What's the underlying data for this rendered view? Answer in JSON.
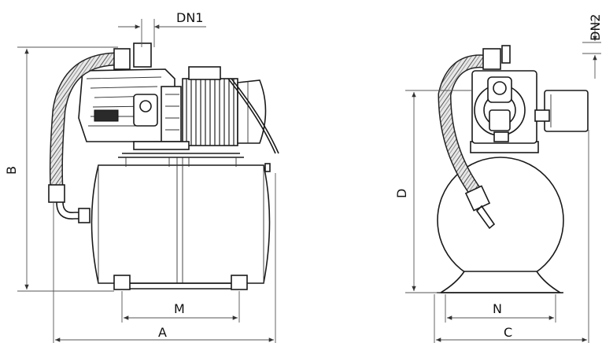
{
  "dimensions": {
    "dn1": "DN1",
    "dn2": "DN2",
    "a": "A",
    "b": "B",
    "c": "C",
    "d": "D",
    "m": "M",
    "n": "N"
  },
  "colors": {
    "line": "#1a1a1a",
    "background": "#ffffff"
  }
}
